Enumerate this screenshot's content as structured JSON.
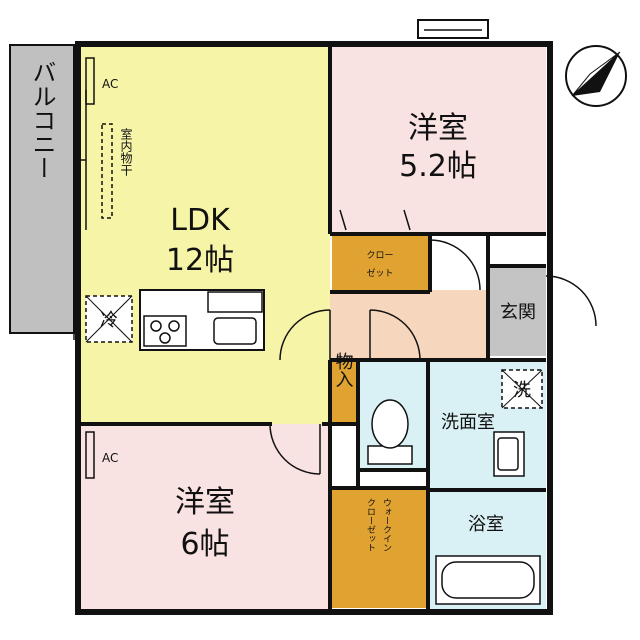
{
  "rooms": {
    "ldk_name": "LDK",
    "ldk_size": "12帖",
    "west_name": "洋室",
    "west_size": "6帖",
    "north_name": "洋室",
    "north_size": "5.2帖",
    "entrance": "玄関",
    "washroom": "洗面室",
    "bath": "浴室",
    "storage": "物入",
    "closet_1": "クロー",
    "closet_2": "ゼット",
    "wic_1": "ウォークイン",
    "wic_2": "クローゼット",
    "balcony": "バルコニー",
    "ac_1": "AC",
    "ac_2": "AC",
    "indoor_drying": "室内物干",
    "laundry": "洗",
    "fridge": "冷"
  },
  "colors": {
    "ldk": "#f6f4a7",
    "bedroom": "#f8e2e2",
    "hall": "#f6d6bd",
    "closet": "#e0a331",
    "wet": "#d9f1f4",
    "entrance": "#c4c4c4",
    "balcony": "#c0c0c0",
    "wall": "#111111"
  }
}
